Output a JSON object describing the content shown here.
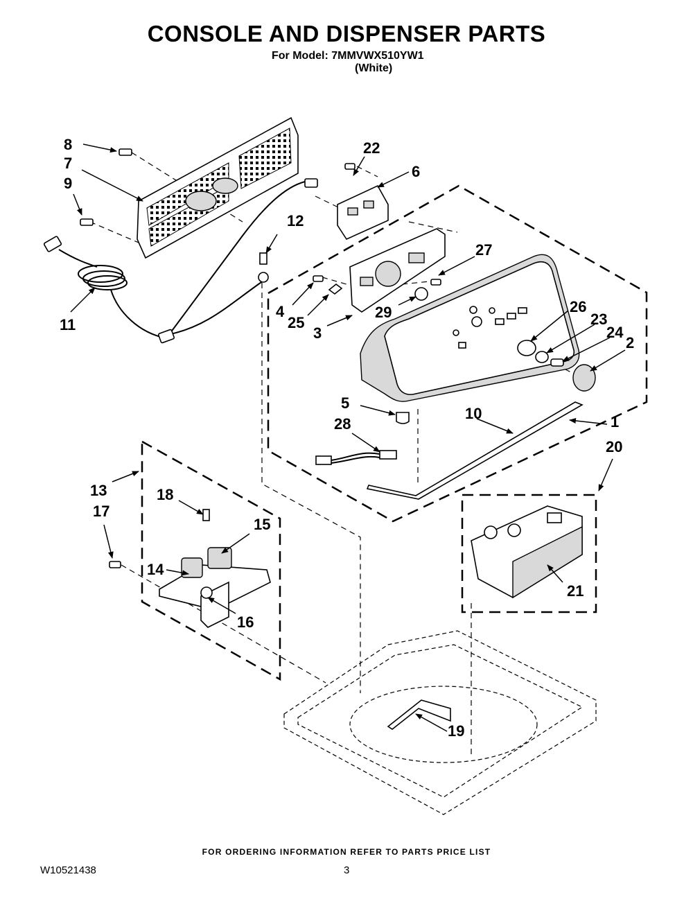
{
  "header": {
    "title": "CONSOLE AND DISPENSER PARTS",
    "model_line": "For Model: 7MMVWX510YW1",
    "color_line": "(White)"
  },
  "callouts": [
    "1",
    "2",
    "3",
    "4",
    "5",
    "6",
    "7",
    "8",
    "9",
    "10",
    "11",
    "12",
    "13",
    "14",
    "15",
    "16",
    "17",
    "18",
    "19",
    "20",
    "21",
    "22",
    "23",
    "24",
    "25",
    "26",
    "27",
    "28",
    "29"
  ],
  "footer": {
    "ordering_note": "FOR ORDERING INFORMATION REFER TO PARTS PRICE LIST",
    "document_number": "W10521438",
    "page_number": "3"
  }
}
